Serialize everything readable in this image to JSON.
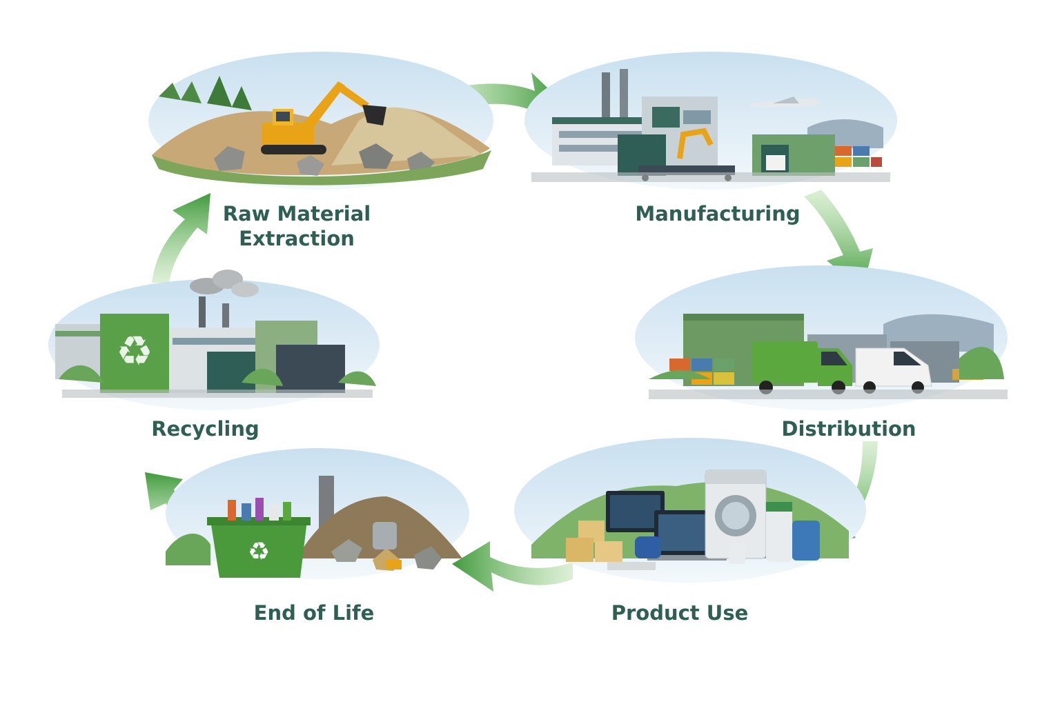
{
  "stages": [
    {
      "id": "raw-material-extraction",
      "label": "Raw Material\nExtraction"
    },
    {
      "id": "manufacturing",
      "label": "Manufacturing"
    },
    {
      "id": "distribution",
      "label": "Distribution"
    },
    {
      "id": "product-use",
      "label": "Product Use"
    },
    {
      "id": "end-of-life",
      "label": "End of Life"
    },
    {
      "id": "recycling",
      "label": "Recycling"
    }
  ],
  "colors": {
    "label": "#2f5e52",
    "arrow_dark": "#3f9a3c",
    "arrow_light": "#a9d89a",
    "green_accent": "#5aa84a",
    "sky": "#dcebf5"
  },
  "icons": [
    "excavator-icon",
    "factory-icon",
    "airplane-icon",
    "delivery-truck-icon",
    "van-icon",
    "washing-machine-icon",
    "monitor-icon",
    "laptop-icon",
    "recycle-bin-icon",
    "recycling-symbol-icon",
    "smokestack-icon"
  ]
}
